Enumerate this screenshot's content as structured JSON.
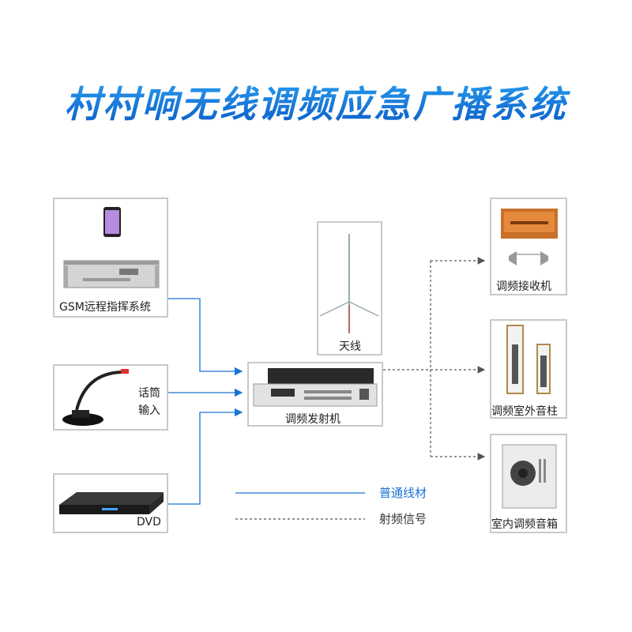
{
  "title": "村村响无线调频应急广播系统",
  "sources": {
    "gsm": "GSM远程指挥系统",
    "mic_line1": "话筒",
    "mic_line2": "输入",
    "dvd": "DVD"
  },
  "center": {
    "antenna": "天线",
    "transmitter": "调频发射机"
  },
  "outputs": {
    "receiver": "调频接收机",
    "outdoor": "调频室外音柱",
    "indoor": "室内调频音箱"
  },
  "legend": {
    "wire": "普通线材",
    "rf": "射频信号"
  },
  "colors": {
    "wire": "#1a74d4",
    "rf": "#555555",
    "title": "#1a6fd8"
  }
}
